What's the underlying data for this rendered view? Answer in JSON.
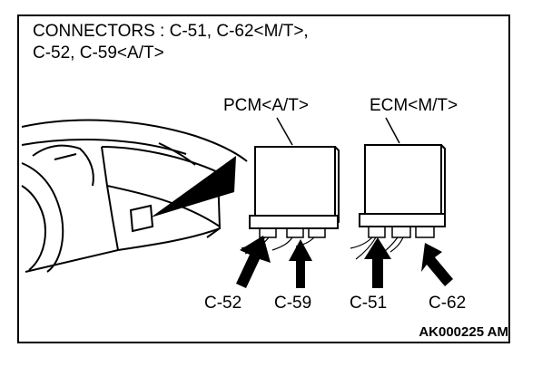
{
  "title_line1": "CONNECTORS : C-51, C-62<M/T>,",
  "title_line2": "C-52, C-59<A/T>",
  "modules": {
    "pcm": "PCM<A/T>",
    "ecm": "ECM<M/T>"
  },
  "connectors": {
    "c52": "C-52",
    "c59": "C-59",
    "c51": "C-51",
    "c62": "C-62"
  },
  "figure_code": "AK000225 AM"
}
